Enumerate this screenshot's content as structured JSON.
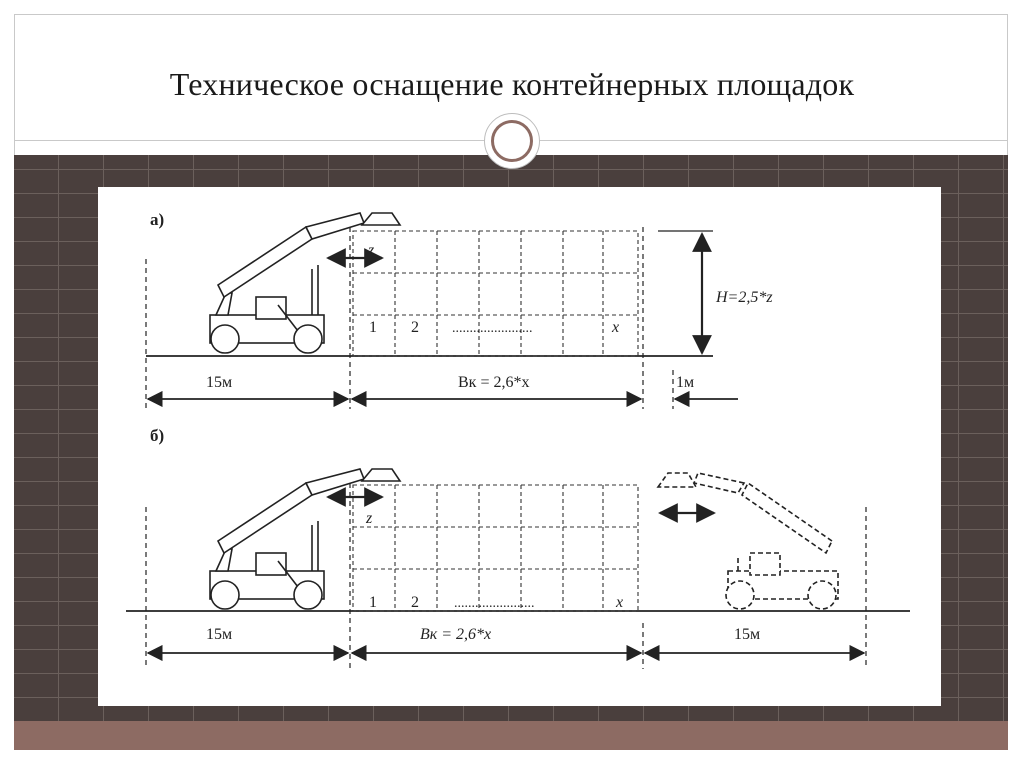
{
  "slide": {
    "title": "Техническое оснащение контейнерных площадок"
  },
  "colors": {
    "brick": "#4a3f3d",
    "mortar": "#6b605c",
    "accent": "#8d6b63",
    "line": "#222222"
  },
  "diagram": {
    "panel_a": {
      "label": "а)",
      "height_label": "Н=2,5*z",
      "z_label": "z",
      "row_labels": [
        "1",
        "2",
        "x"
      ],
      "dots": ".......................",
      "dim_left": "15м",
      "dim_middle": "Вк = 2,6*x",
      "dim_right": "1м"
    },
    "panel_b": {
      "label": "б)",
      "z_label": "z",
      "row_labels": [
        "1",
        "2",
        "x"
      ],
      "dots": ".......................",
      "dim_left": "15м",
      "dim_middle": "Вк = 2,6*x",
      "dim_right": "15м"
    }
  }
}
